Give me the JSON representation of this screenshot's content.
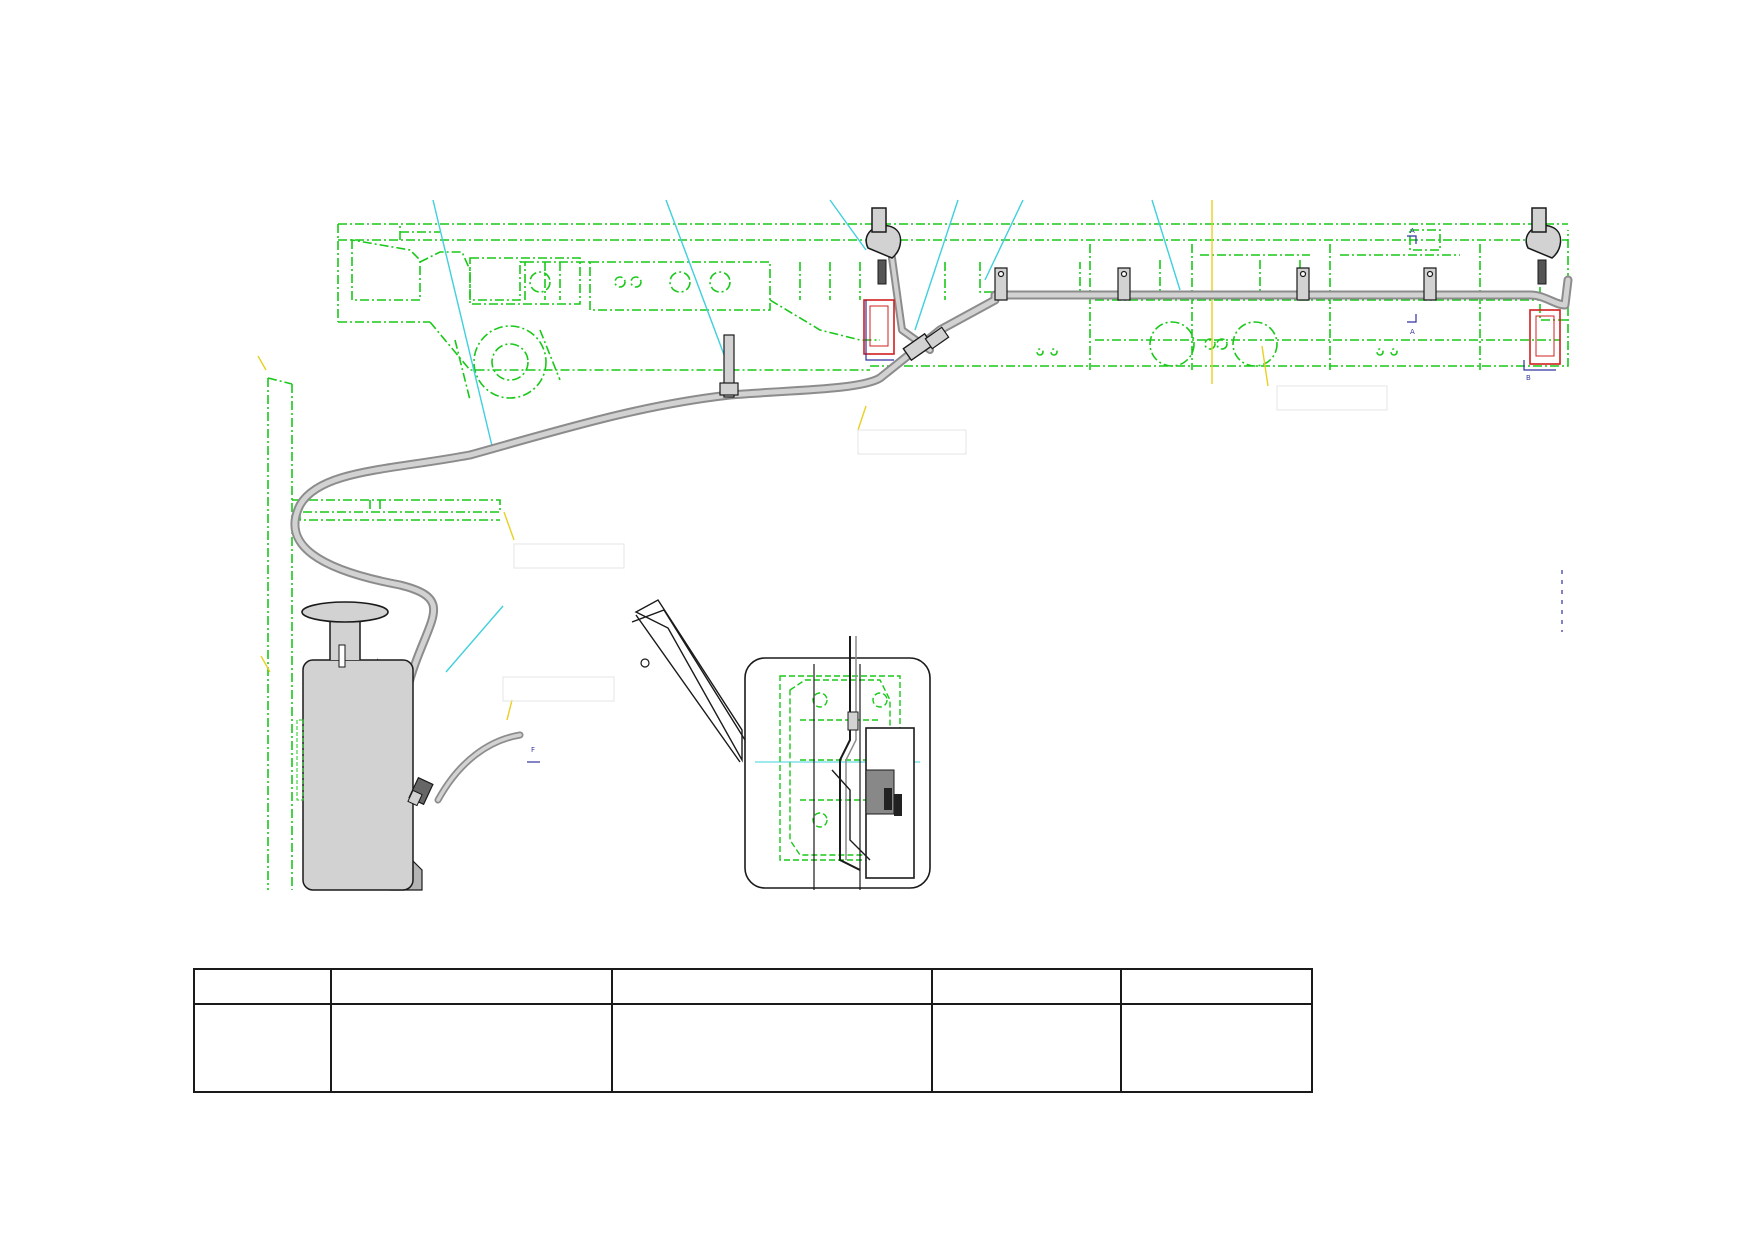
{
  "drawing": {
    "colors": {
      "frame": "#19c819",
      "hose": "#8c8c8c",
      "hose_fill": "#d2d2d2",
      "leader_cyan": "#3fd0dc",
      "leader_yellow": "#e8d020",
      "clamp_red": "#d02020",
      "marker_blue": "#3030a0",
      "outline": "#1a1a1a"
    },
    "section_marks": {
      "a_top": "A",
      "a_bottom": "A",
      "b_bottom": "B",
      "tank_mark": "F"
    }
  },
  "table": {
    "columns": 5,
    "header": [
      "",
      "",
      "",
      "",
      ""
    ],
    "row": [
      "",
      "",
      "",
      "",
      ""
    ]
  }
}
